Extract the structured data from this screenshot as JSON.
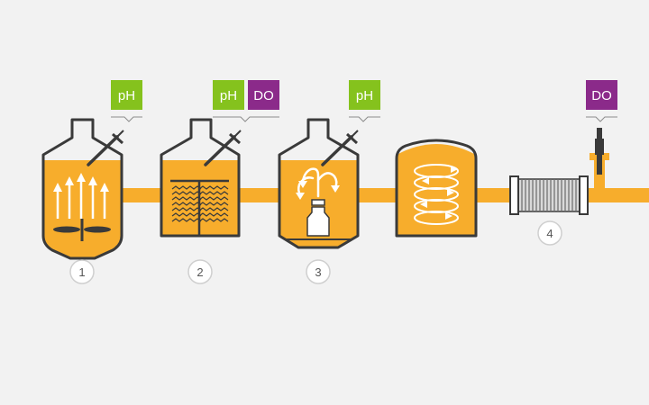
{
  "colors": {
    "background": "#f2f2f2",
    "liquid": "#f7ad2c",
    "pipe": "#f7ad2c",
    "outline": "#3a3a3a",
    "ph_badge": "#85c21d",
    "do_badge": "#8b2a8a",
    "badge_text": "#ffffff",
    "arrow": "#ffffff",
    "number_circle_fill": "#ffffff",
    "number_circle_stroke": "#cfcfcf"
  },
  "sensors": {
    "ph_label": "pH",
    "do_label": "DO"
  },
  "vessels": [
    {
      "id": "stirred-tank",
      "number": "1",
      "sensors": [
        "pH"
      ]
    },
    {
      "id": "packed-bed",
      "number": "2",
      "sensors": [
        "pH",
        "DO"
      ]
    },
    {
      "id": "airlift",
      "number": "3",
      "sensors": [
        "pH"
      ]
    },
    {
      "id": "coil-vessel",
      "number": "",
      "sensors": []
    }
  ],
  "inline_module": {
    "id": "hollow-fiber",
    "number": "4",
    "sensors": [
      "DO"
    ]
  }
}
